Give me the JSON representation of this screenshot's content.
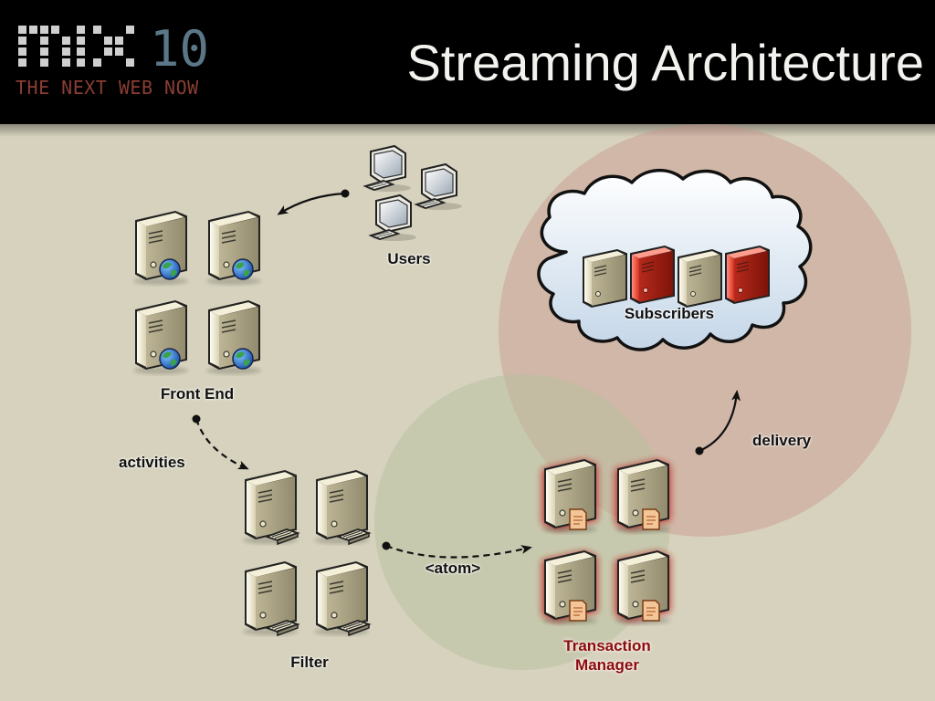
{
  "header": {
    "logo_mark_text": "MIX",
    "logo_number": "10",
    "logo_tagline": "THE NEXT WEB NOW",
    "title": "Streaming Architecture"
  },
  "diagram": {
    "nodes": {
      "users": {
        "label": "Users",
        "icon": "desktop-computer-icon",
        "count": 3
      },
      "front_end": {
        "label": "Front End",
        "icon": "web-server-icon",
        "count": 4
      },
      "filter": {
        "label": "Filter",
        "icon": "filter-server-icon",
        "count": 4
      },
      "transaction_manager": {
        "label_line1": "Transaction",
        "label_line2": "Manager",
        "icon": "transaction-server-icon",
        "count": 4
      },
      "subscribers": {
        "label": "Subscribers",
        "icon": "server-icon",
        "count": 4
      }
    },
    "edges": {
      "users_to_front_end": {
        "label": ""
      },
      "front_end_to_filter": {
        "label": "activities"
      },
      "filter_to_transaction": {
        "label": "<atom>"
      },
      "transaction_to_subscribers": {
        "label": "delivery"
      }
    }
  },
  "colors": {
    "background": "#d6d2bd",
    "header": "#000000",
    "logo_gray": "#cfcfcf",
    "logo_blue": "#5b7787",
    "tagline": "#8a3e33",
    "red_circle": "#c78c84",
    "green_circle": "#b8bfa0",
    "tx_glow": "#c21414",
    "subscriber_red": "#d43a2c"
  }
}
